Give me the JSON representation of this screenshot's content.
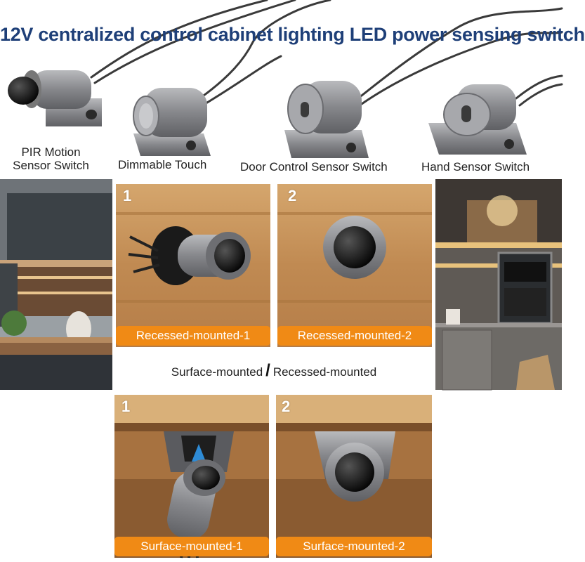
{
  "title": "12V centralized control cabinet lighting LED power sensing switch",
  "sensors": [
    {
      "label_line1": "PIR Motion",
      "label_line2": "Sensor Switch",
      "icon": "pir-motion-sensor-icon"
    },
    {
      "label": "Dimmable Touch",
      "icon": "dimmable-touch-sensor-icon"
    },
    {
      "label": "Door Control Sensor Switch",
      "icon": "door-control-sensor-icon"
    },
    {
      "label": "Hand Sensor Switch",
      "icon": "hand-sensor-icon"
    }
  ],
  "recessed": [
    {
      "number": "1",
      "caption": "Recessed-mounted-1"
    },
    {
      "number": "2",
      "caption": "Recessed-mounted-2"
    }
  ],
  "middle_text": {
    "left": "Surface-mounted",
    "slash": "/",
    "right": "Recessed-mounted"
  },
  "surface": [
    {
      "number": "1",
      "caption": "Surface-mounted-1"
    },
    {
      "number": "2",
      "caption": "Surface-mounted-2"
    }
  ],
  "colors": {
    "title": "#1e3f78",
    "caption_bar": "#f08a15",
    "wood": "#c8955a",
    "metal": "#8e8f94"
  }
}
